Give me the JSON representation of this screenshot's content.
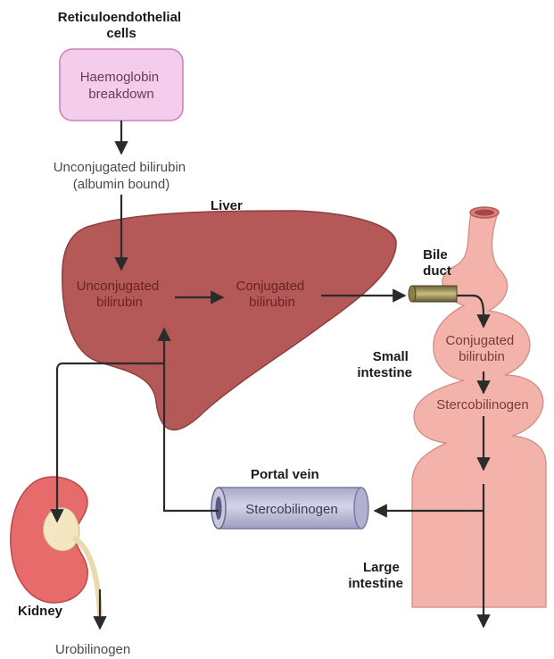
{
  "labels": {
    "reticuloendothelial_line1": "Reticuloendothelial",
    "reticuloendothelial_line2": "cells",
    "haemoglobin_line1": "Haemoglobin",
    "haemoglobin_line2": "breakdown",
    "unconj_line1": "Unconjugated bilirubin",
    "unconj_line2": "(albumin bound)",
    "liver": "Liver",
    "liver_unconj_line1": "Unconjugated",
    "liver_unconj_line2": "bilirubin",
    "liver_conj_line1": "Conjugated",
    "liver_conj_line2": "bilirubin",
    "bile_duct_line1": "Bile",
    "bile_duct_line2": "duct",
    "intestine_conj_line1": "Conjugated",
    "intestine_conj_line2": "bilirubin",
    "small_intestine_line1": "Small",
    "small_intestine_line2": "intestine",
    "stercobilinogen_intestine": "Stercobilinogen",
    "portal_vein": "Portal vein",
    "stercobilinogen_vein": "Stercobilinogen",
    "large_intestine_line1": "Large",
    "large_intestine_line2": "intestine",
    "kidney": "Kidney",
    "urobilinogen": "Urobilinogen"
  },
  "colors": {
    "haemoglobin_box": "#f4cdec",
    "liver": "#b55858",
    "intestine": "#f4b3aa",
    "portal_vein": "#bfbfd9",
    "kidney": "#e86b6b",
    "arrow": "#2b2b2b"
  }
}
